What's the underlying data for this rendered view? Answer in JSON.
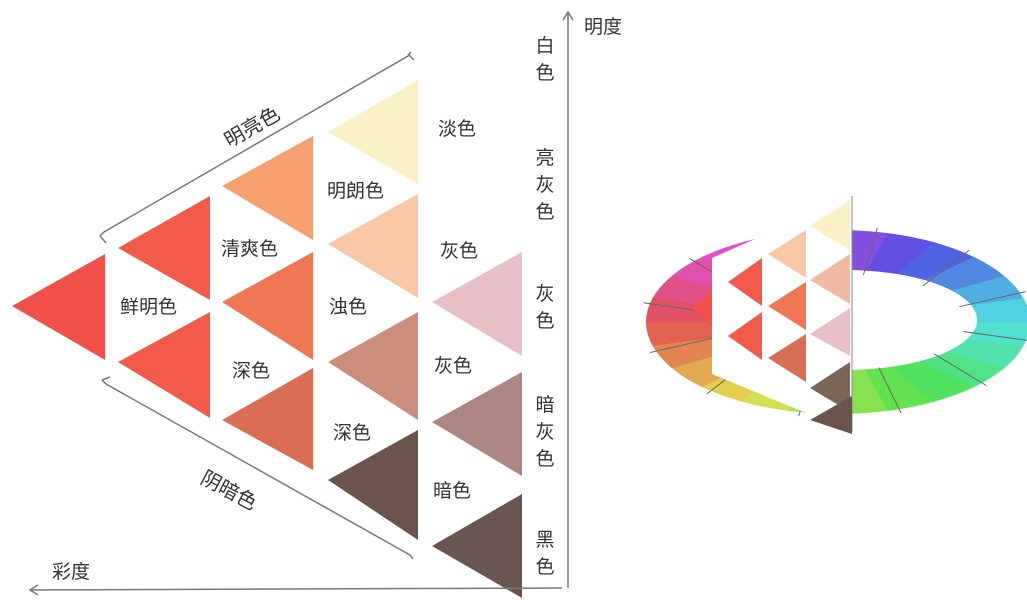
{
  "triangle": {
    "side_labels": {
      "top": "明亮色",
      "bottom": "阴暗色"
    },
    "cells": {
      "xianming": "鲜明色",
      "qingshuang": "清爽色",
      "shense_1": "深色",
      "minglang": "明朗色",
      "zhuose": "浊色",
      "shense_2": "深色",
      "danse": "淡色",
      "huise_1": "灰色",
      "huise_2": "灰色",
      "anse": "暗色"
    }
  },
  "lightness_axis": {
    "label": "明度",
    "scale": [
      "白色",
      "亮灰色",
      "灰色",
      "暗灰色",
      "黑色"
    ]
  },
  "saturation_axis": {
    "label": "彩度"
  },
  "colors": {
    "pure": "#f2504a",
    "row0": "#f25a4a",
    "bright": [
      "#f5a06e",
      "#f7c7a6",
      "#faf0c6"
    ],
    "mid1": [
      "#ef7754",
      "#f1b9a1",
      "#e6c0c6"
    ],
    "mid2": [
      "#d96e55",
      "#cb8e7d",
      "#ac8682"
    ],
    "dark": [
      "#6b544b",
      "#7b6658",
      "#695552"
    ]
  }
}
